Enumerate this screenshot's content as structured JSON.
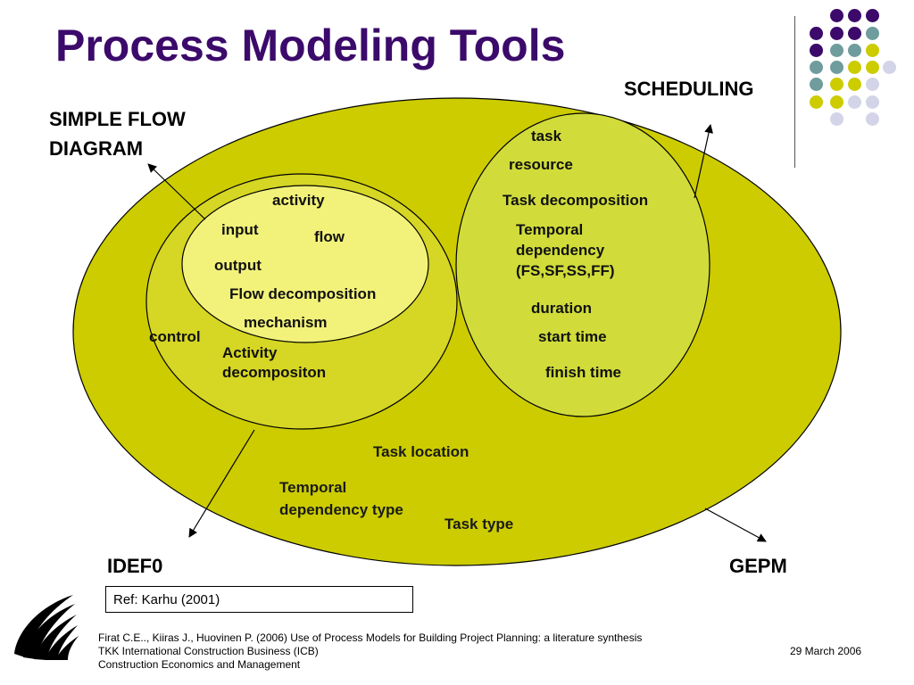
{
  "title": "Process Modeling Tools",
  "decoration": {
    "dot_colors": {
      "purple": "#3b0a6a",
      "teal": "#6f9c9c",
      "yellow": "#cccc00",
      "lavender": "#d4d4e8"
    }
  },
  "diagram": {
    "outer_labels": {
      "scheduling": "SCHEDULING",
      "simple_flow_line1": "SIMPLE FLOW",
      "simple_flow_line2": "DIAGRAM",
      "idef0": "IDEF0",
      "gepm": "GEPM"
    },
    "flow_circle": {
      "activity": "activity",
      "input": "input",
      "flow": "flow",
      "output": "output",
      "flow_decomposition": "Flow decomposition",
      "mechanism": "mechanism"
    },
    "idef0_circle": {
      "control": "control",
      "activity_decomposition_line1": "Activity",
      "activity_decomposition_line2": "decompositon"
    },
    "scheduling_circle": {
      "task": "task",
      "resource": "resource",
      "task_decomposition": "Task decomposition",
      "temporal_line1": "Temporal",
      "temporal_line2": "dependency",
      "temporal_line3": "(FS,SF,SS,FF)",
      "duration": "duration",
      "start_time": "start time",
      "finish_time": "finish time"
    },
    "gepm_area": {
      "task_location": "Task location",
      "temporal_type_line1": "Temporal",
      "temporal_type_line2": "dependency type",
      "task_type": "Task type"
    },
    "colors": {
      "outer_fill": "#cccc00",
      "idef0_fill": "#d6d624",
      "scheduling_fill": "#d1dc3a",
      "flow_fill": "#f2f27a"
    }
  },
  "reference": "Ref: Karhu (2001)",
  "footer": {
    "line1": "Firat C.E.., Kiiras J., Huovinen P.  (2006) Use of Process Models for Building Project Planning: a literature synthesis",
    "line2": "TKK International Construction Business (ICB)",
    "line3": "Construction Economics and Management",
    "date": "29 March 2006"
  }
}
